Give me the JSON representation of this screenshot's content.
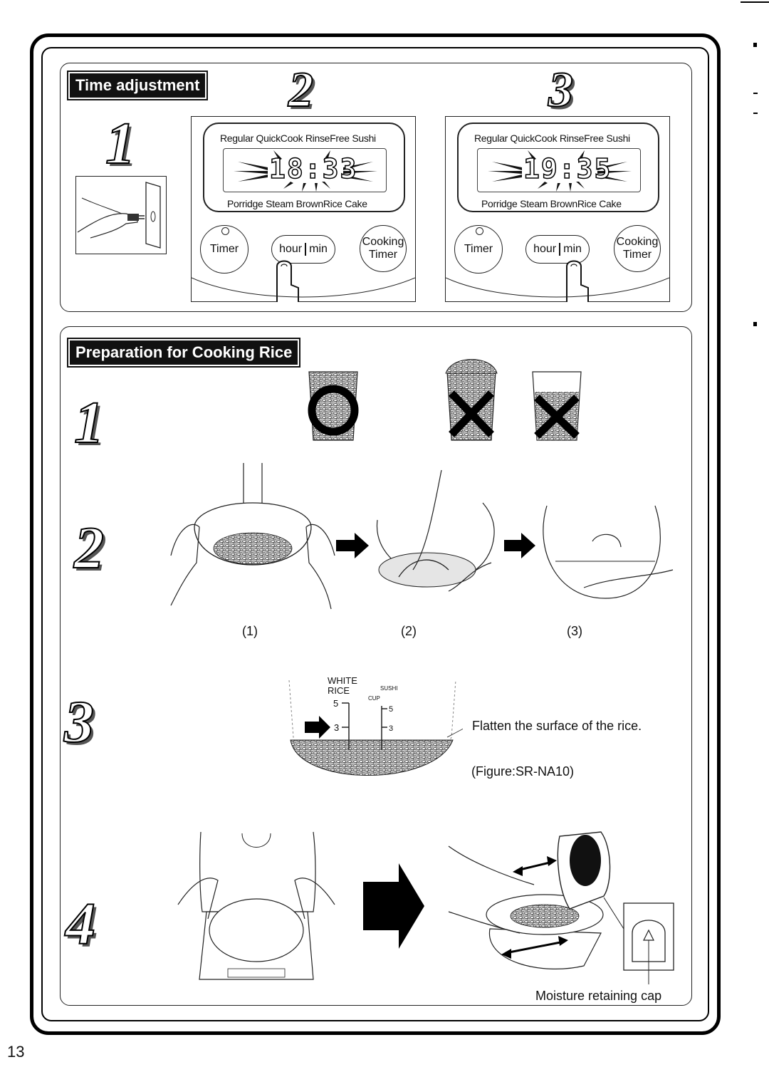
{
  "page_number": "13",
  "sections": {
    "time_adjustment": {
      "title": "Time adjustment",
      "step1": "1",
      "step2": "2",
      "step3": "3",
      "display_top": "Regular QuickCook RinseFree Sushi",
      "display_bottom": "Porridge Steam BrownRice Cake",
      "panel2_time": "18:33",
      "panel3_time": "19:35",
      "button_timer": "Timer",
      "button_hour": "hour",
      "button_min": "min",
      "button_cooking": "Cooking",
      "button_cooking_timer": "Timer"
    },
    "preparation": {
      "title": "Preparation for Cooking Rice",
      "step1": "1",
      "step2": "2",
      "step3": "3",
      "step4": "4",
      "sub_captions": [
        "(1)",
        "(2)",
        "(3)"
      ],
      "scale_white": "WHITE",
      "scale_rice": "RICE",
      "scale_sushi": "SUSHI",
      "scale_cup": "CUP",
      "scale_marks": [
        "5",
        "3"
      ],
      "flatten_text": "Flatten the surface of the rice.",
      "figure_text": "(Figure:SR-NA10)",
      "moisture_cap_text": "Moisture retaining cap"
    }
  }
}
